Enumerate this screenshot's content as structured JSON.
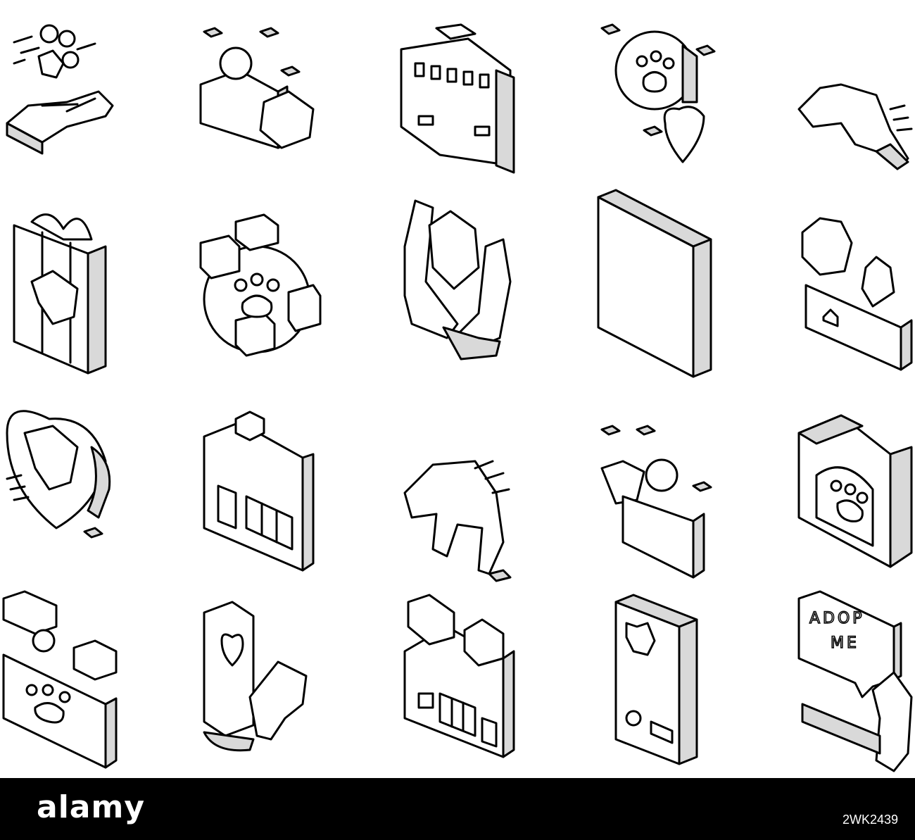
{
  "footer": {
    "brand": "alamy",
    "image_id": "2WK2439"
  },
  "icons": [
    "hand-donation-paw-icon",
    "person-with-dog-icon",
    "pet-carrier-icon",
    "paw-heart-icon",
    "cat-icon",
    "gift-box-dog-icon",
    "paw-network-icon",
    "hands-holding-cat-icon",
    "panel-icon",
    "pets-in-box-icon",
    "heart-dog-icon",
    "pet-shop-icon",
    "walking-dog-icon",
    "person-with-cat-icon",
    "pet-house-paw-icon",
    "adoption-chat-paw-icon",
    "pet-tag-dog-icon",
    "pets-on-house-icon",
    "cat-document-icon",
    "adopt-me-sign-icon"
  ],
  "adopt_sign": {
    "line1": "ADOP",
    "line2": "ME"
  },
  "colors": {
    "line": "#000000",
    "side": "#d9d9d9",
    "background": "#ffffff",
    "footer": "#000000"
  }
}
